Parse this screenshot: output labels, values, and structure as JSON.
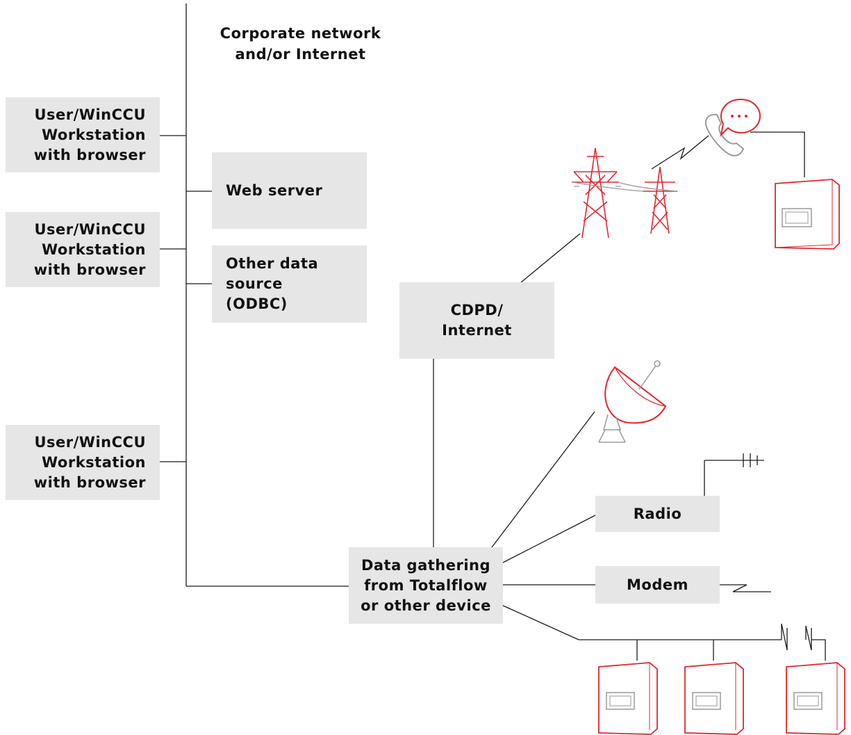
{
  "network_label": "Corporate network\nand/or Internet",
  "workstations": [
    "User/WinCCU\nWorkstation\nwith browser",
    "User/WinCCU\nWorkstation\nwith browser",
    "User/WinCCU\nWorkstation\nwith browser"
  ],
  "web_server": "Web server",
  "other_source": "Other data\nsource\n(ODBC)",
  "cdpd": "CDPD/\nInternet",
  "data_gathering": "Data gathering\nfrom Totalflow\nor other device",
  "radio": "Radio",
  "modem": "Modem",
  "colors": {
    "accent": "#e4262c",
    "box": "#e6e6e6",
    "line": "#1a1a1a",
    "gray_icon": "#9a9a9a"
  },
  "icons": [
    "phone-speech-icon",
    "power-tower-icon",
    "satellite-dish-icon",
    "antenna-icon",
    "flow-computer-icon"
  ]
}
